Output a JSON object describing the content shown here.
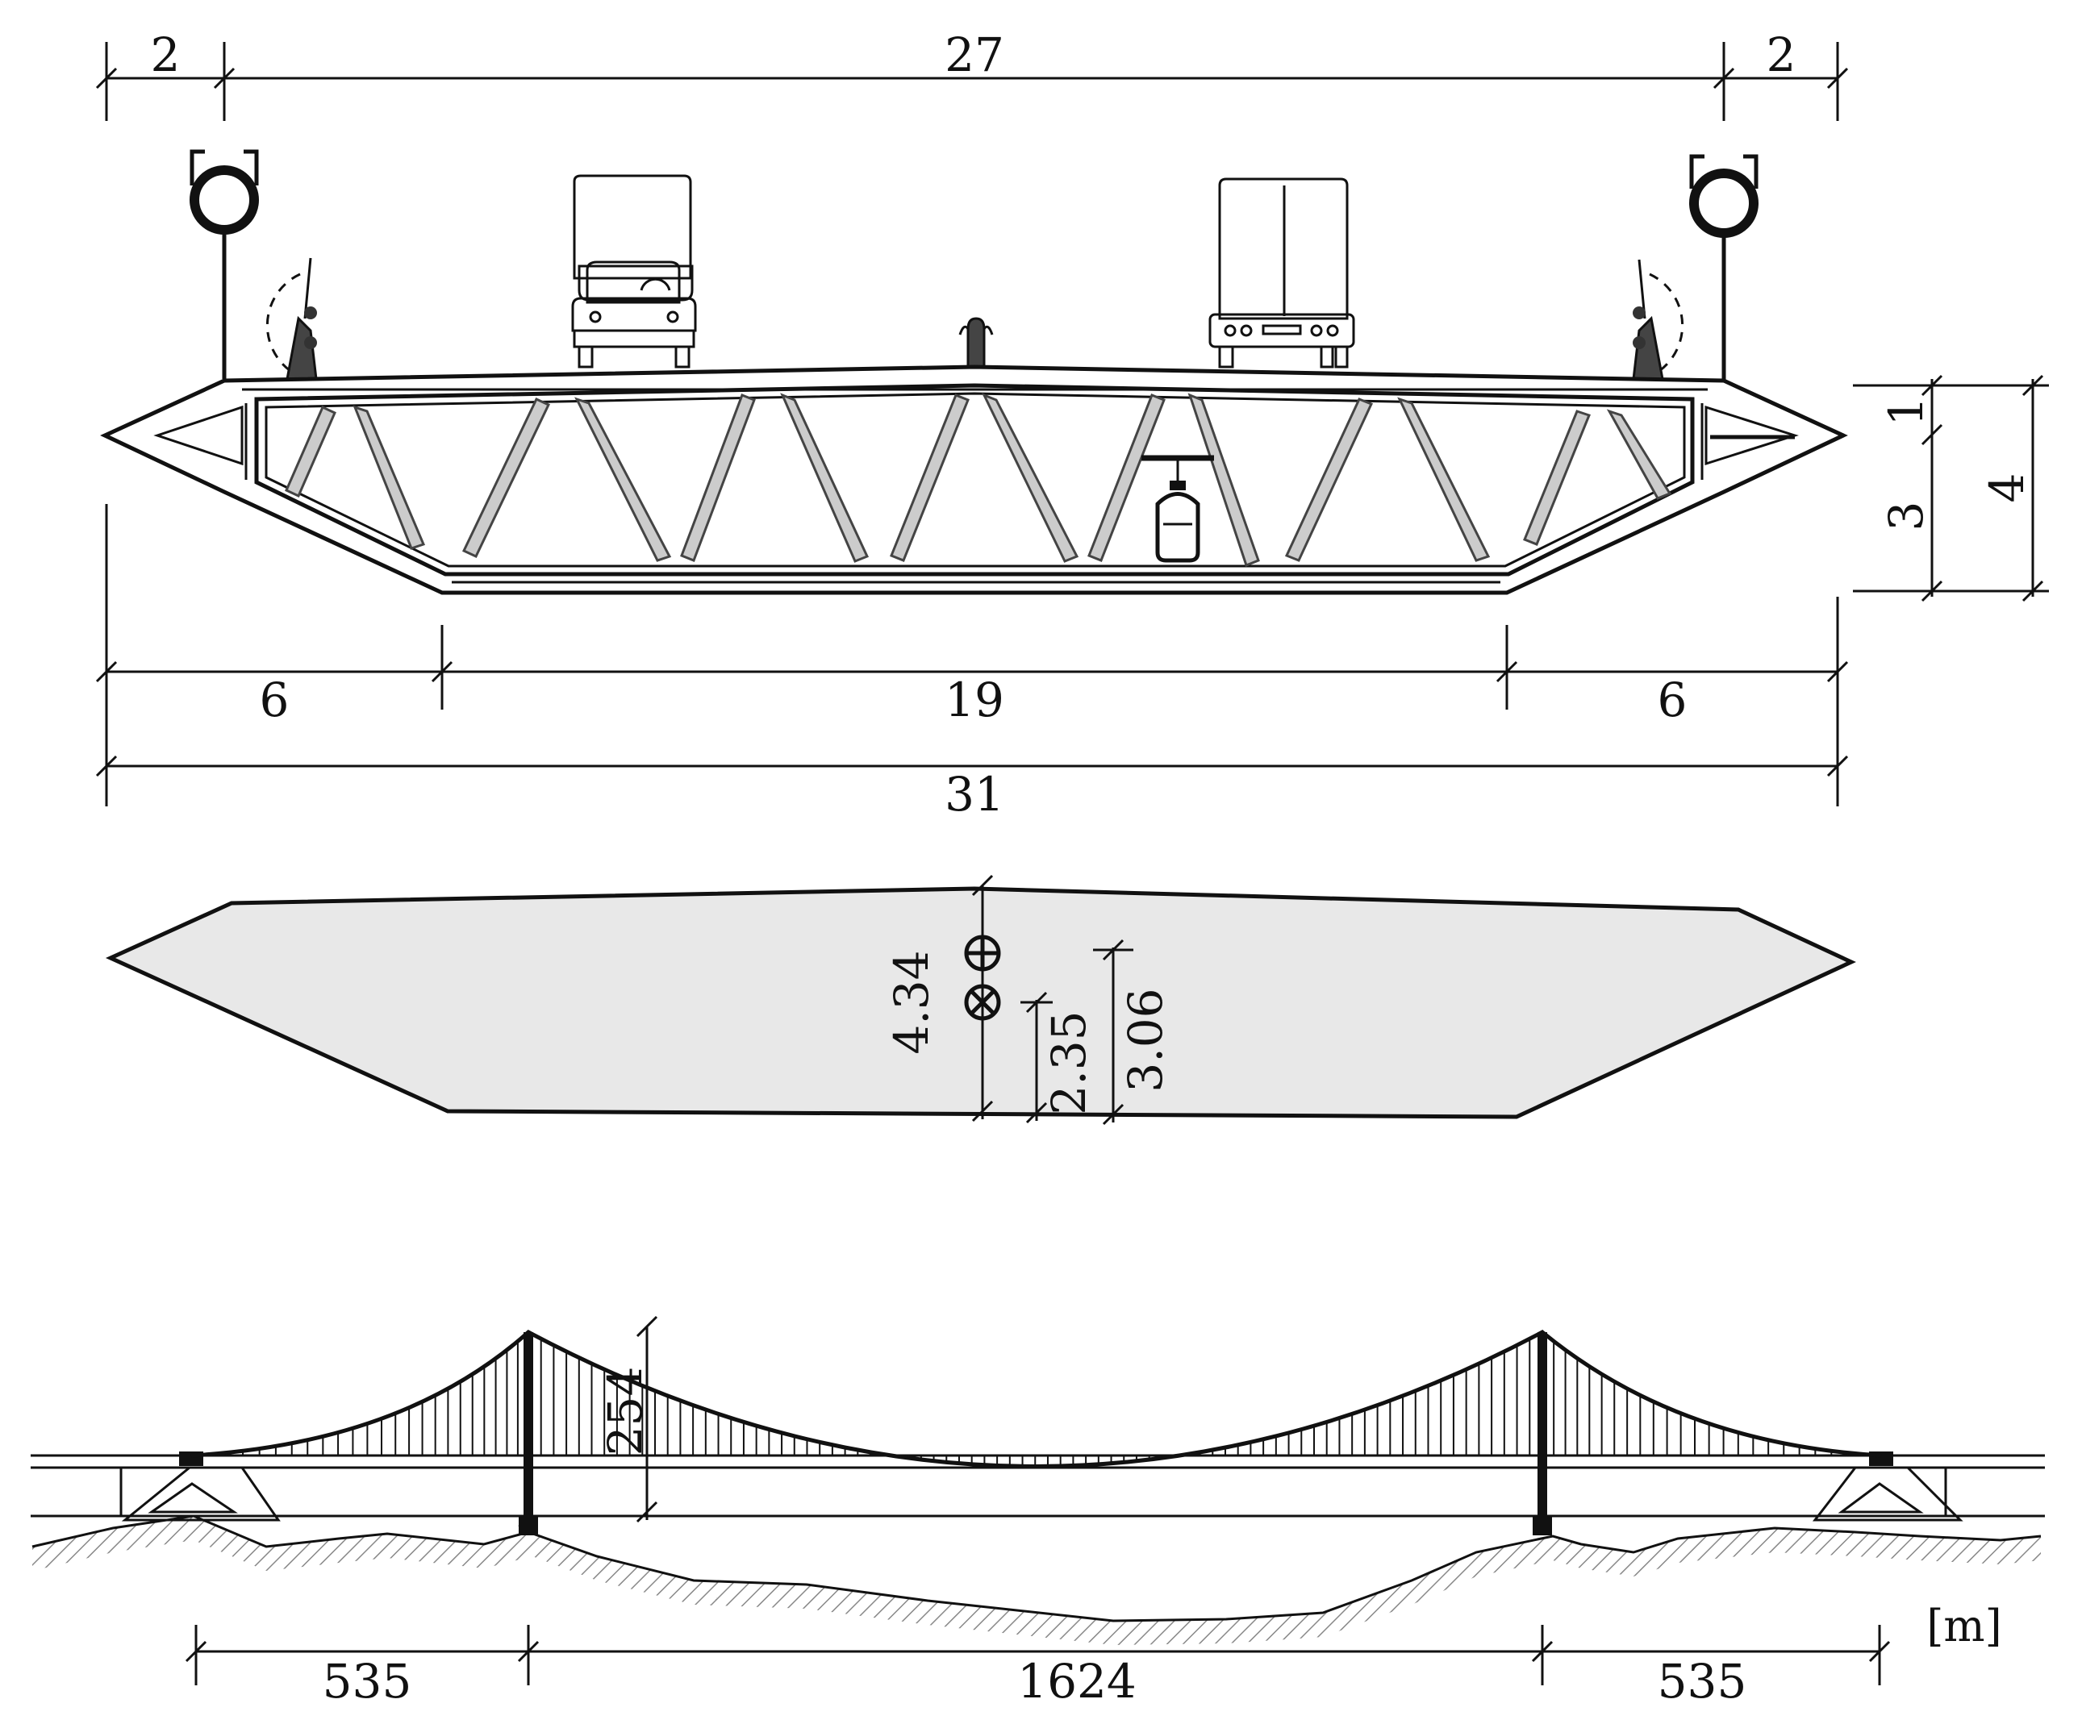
{
  "cross_section": {
    "top_dims": [
      "2",
      "27",
      "2"
    ],
    "bottom_dims": [
      "6",
      "19",
      "6"
    ],
    "overall_width": "31",
    "right_dims": [
      "1",
      "3",
      "4"
    ]
  },
  "section_properties": {
    "depth": "4.34",
    "centroid": "2.35",
    "shear_centre": "3.06"
  },
  "elevation": {
    "sag": "254",
    "spans": [
      "535",
      "1624",
      "535"
    ],
    "unit": "[m]"
  },
  "colors": {
    "line": "#111111",
    "fill_section": "#e8e8e8",
    "fill_strut": "#cccccc",
    "hatch": "#888888"
  },
  "icons": [
    "truck-front-icon",
    "truck-rear-icon",
    "cable-icon",
    "railing-icon",
    "lamp-post-icon",
    "maintenance-trolley-icon",
    "centroid-symbol-icon",
    "shear-centre-symbol-icon"
  ]
}
